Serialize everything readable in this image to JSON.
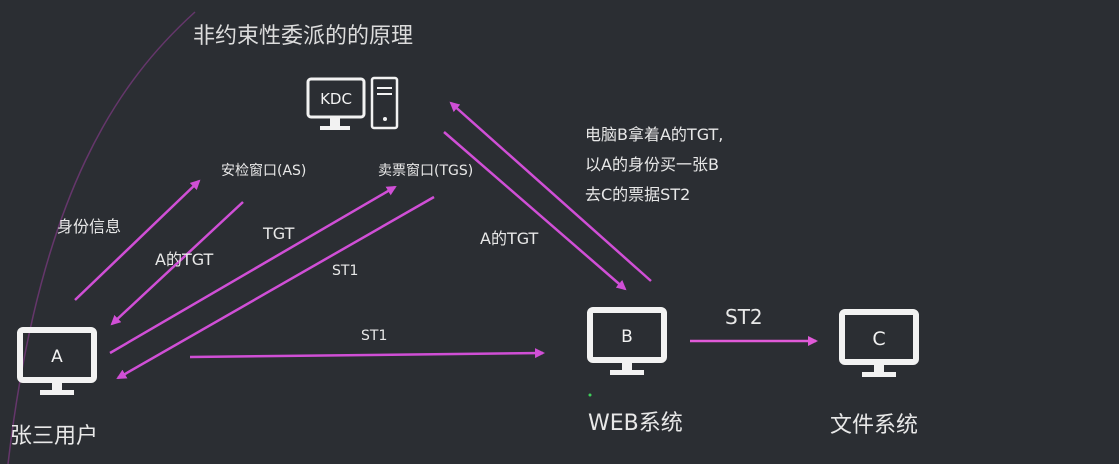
{
  "title": "非约束性委派的的原理",
  "nodes": {
    "kdc_label": "KDC",
    "a_label": "A",
    "b_label": "B",
    "c_label": "C",
    "user_caption": "张三用户",
    "web_caption": "WEB系统",
    "file_caption": "文件系统"
  },
  "windows": {
    "as": "安检窗口(AS)",
    "tgs": "卖票窗口(TGS)"
  },
  "flows": {
    "identity": "身份信息",
    "a_tgt_left": "A的TGT",
    "tgt": "TGT",
    "st1_upper": "ST1",
    "st1_lower": "ST1",
    "a_tgt_right": "A的TGT",
    "st2": "ST2"
  },
  "note": {
    "line1": "电脑B拿着A的TGT,",
    "line2": "以A的身份买一张B",
    "line3": "去C的票据ST2"
  },
  "colors": {
    "background": "#2b2e33",
    "arrow": "#d04fd6",
    "arrow_st2": "#e05ad8",
    "icon": "#f2f2f2"
  },
  "icons": [
    "kdc-monitor-icon",
    "server-tower-icon",
    "monitor-icon"
  ]
}
